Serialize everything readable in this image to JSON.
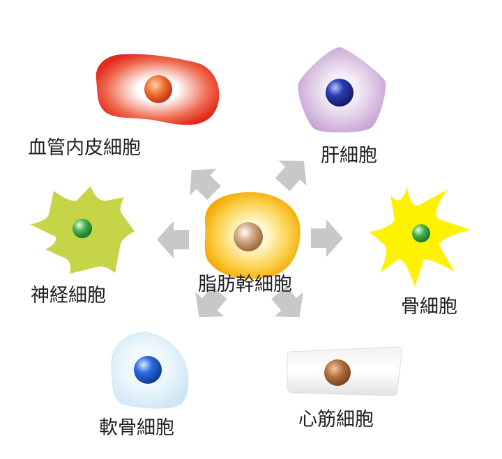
{
  "center": {
    "label": "脂肪幹細胞",
    "body_color": "#f6b800",
    "nucleus_color": "#b5835a"
  },
  "arrow_color": "#c6c8ca",
  "cells": {
    "endothelial": {
      "label": "血管内皮細胞",
      "body_color": "#e63323",
      "nucleus_color": "#e8532b"
    },
    "liver": {
      "label": "肝細胞",
      "body_color": "#c9a8d4",
      "nucleus_color": "#1f2f8e"
    },
    "nerve": {
      "label": "神経細胞",
      "body_color": "#c6d547",
      "nucleus_color": "#2f9e3e"
    },
    "bone": {
      "label": "骨細胞",
      "body_color": "#fff200",
      "nucleus_color": "#49a84a"
    },
    "cartilage": {
      "label": "軟骨細胞",
      "body_color": "#d9ecf8",
      "nucleus_color": "#1b57c2"
    },
    "cardiac": {
      "label": "心筋細胞",
      "body_color": "#ebebeb",
      "nucleus_color": "#a5673a"
    }
  }
}
